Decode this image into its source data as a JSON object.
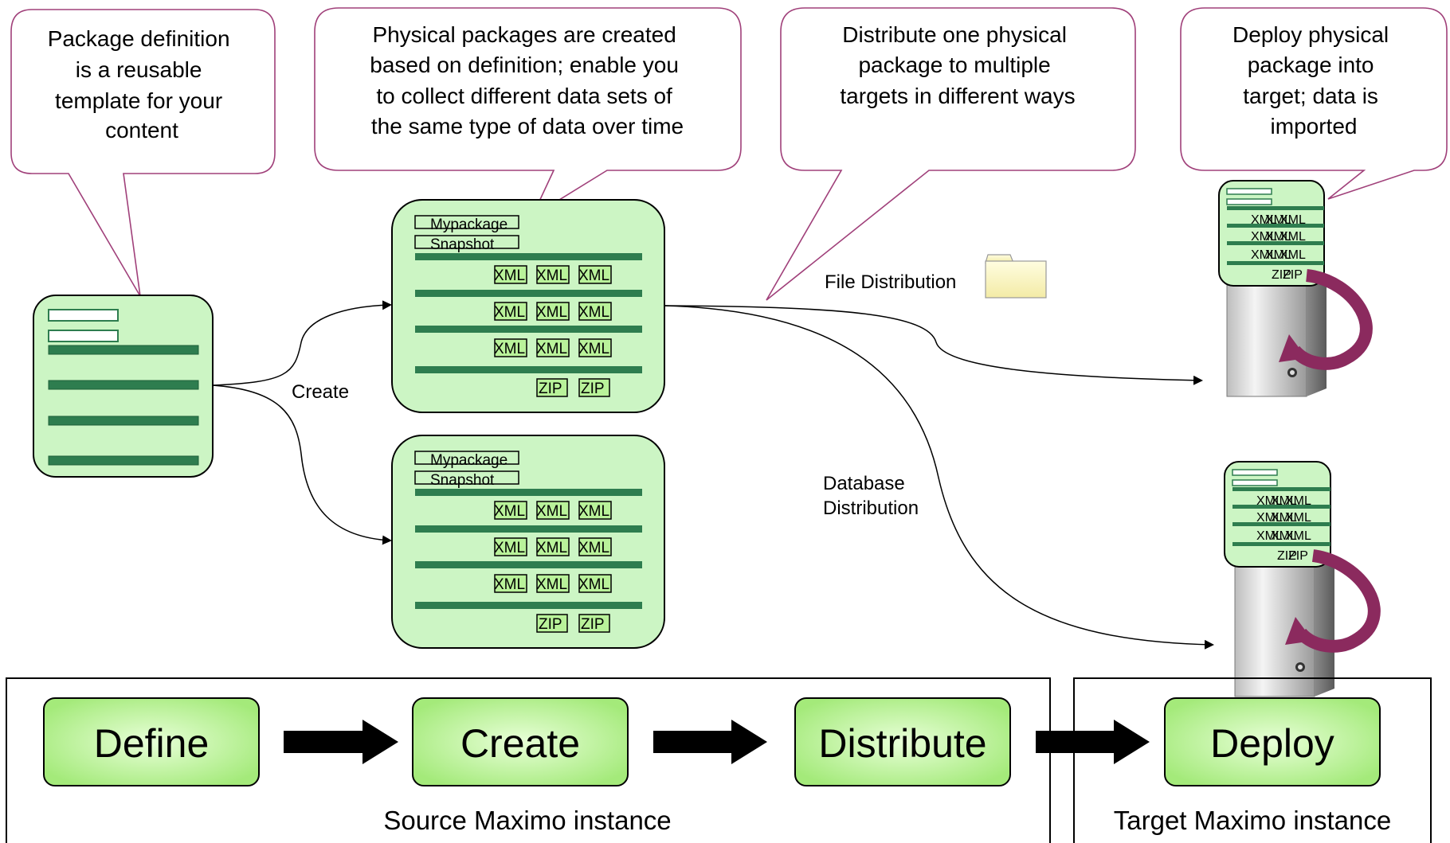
{
  "callouts": {
    "definition": [
      "Package definition",
      "is a reusable",
      "template for your",
      "content"
    ],
    "physical": [
      "Physical packages are created",
      "based on definition; enable you",
      "to collect different data sets of",
      "the same type of data over time"
    ],
    "distribute": [
      "Distribute one physical",
      "package to multiple",
      "targets in different ways"
    ],
    "deploy": [
      "Deploy physical",
      "package into",
      "target; data is",
      "imported"
    ]
  },
  "labels": {
    "create": "Create",
    "file_distribution": "File Distribution",
    "database_distribution": [
      "Database",
      "Distribution"
    ]
  },
  "package": {
    "name": "Mypackage",
    "snapshot": "Snapshot",
    "xml": "XML",
    "zip": "ZIP"
  },
  "steps": [
    "Define",
    "Create",
    "Distribute",
    "Deploy"
  ],
  "instances": {
    "source": "Source Maximo instance",
    "target": "Target Maximo instance"
  },
  "colors": {
    "callout_border": "#a0407a",
    "box_fill": "#ccf5c4",
    "bar": "#2e7d4f",
    "step_fill": "#b9f29a",
    "arrow_curve": "#8b2a5e"
  }
}
